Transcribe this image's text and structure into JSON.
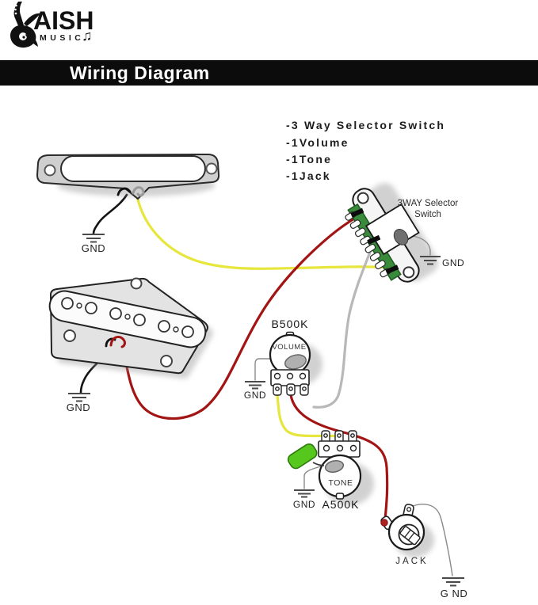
{
  "logo": {
    "brand": "AISH",
    "music": "MUSIC.",
    "notes": "♫",
    "icon": "guitar"
  },
  "title_bar": {
    "title": "Wiring Diagram",
    "bg": "#0c0c0c",
    "fg": "#ffffff"
  },
  "parts_list": {
    "items": [
      "-3 Way Selector Switch",
      "-1Volume",
      "-1Tone",
      "-1Jack"
    ]
  },
  "components": {
    "selector_switch": {
      "label_line1": "3WAY Selector",
      "label_line2": "Switch",
      "gnd": "GND"
    },
    "neck_pickup": {
      "gnd": "GND"
    },
    "bridge_pickup": {
      "gnd": "GND"
    },
    "volume_pot": {
      "value": "B500K",
      "label": "VOLUME",
      "gnd": "GND"
    },
    "tone_pot": {
      "value": "A500K",
      "label": "TONE",
      "gnd": "GND"
    },
    "jack": {
      "label": "JACK",
      "gnd": "G ND"
    }
  },
  "colors": {
    "wire_hot_red": "#a31414",
    "wire_yellow": "#e6e63c",
    "wire_gray": "#b8b8b8",
    "wire_ground_black": "#141414",
    "capacitor_green": "#56c71d",
    "pcb_green": "#3a8a3c",
    "title_bar_black": "#0c0c0c"
  }
}
